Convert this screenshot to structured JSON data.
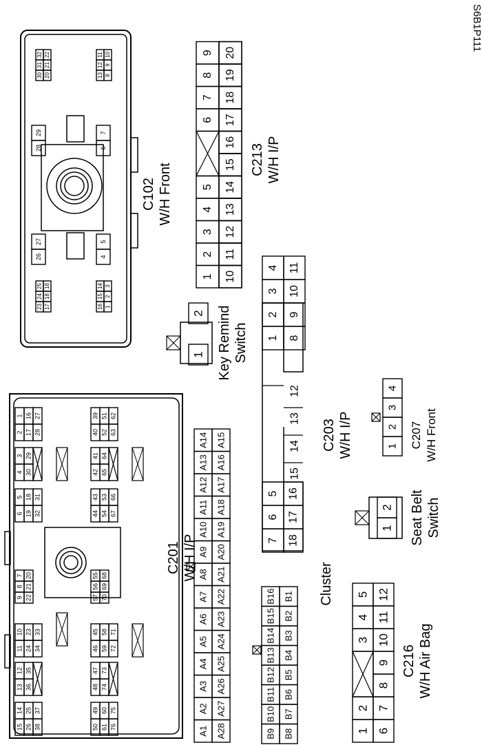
{
  "ref": "S6B1P111",
  "c201": {
    "title": "C201",
    "sub": "W/H I/P",
    "grid": [
      [
        [
          "15",
          "14"
        ],
        [
          "26",
          "25"
        ],
        [
          "38",
          "37"
        ]
      ],
      [
        [
          "13",
          "12"
        ],
        [
          "36",
          "35"
        ],
        [
          "X"
        ]
      ],
      [
        [
          "11",
          "10"
        ],
        [
          "24",
          "23"
        ],
        [
          "34",
          "33"
        ]
      ],
      [
        [
          "9",
          "8",
          "7"
        ],
        [
          "22",
          "21",
          "20"
        ],
        []
      ],
      [
        [
          "6",
          "5"
        ],
        [
          "19",
          "18"
        ],
        [
          "32",
          "31"
        ]
      ],
      [
        [
          "4",
          "3"
        ],
        [
          "30",
          "29"
        ],
        [
          "X"
        ]
      ],
      [
        [
          "2",
          "1"
        ],
        [
          "17",
          "16"
        ],
        [
          "28",
          "27"
        ]
      ]
    ],
    "bottom": [
      [
        [
          "50",
          "49"
        ],
        [
          "61",
          "60"
        ],
        [
          "76",
          "75"
        ]
      ],
      [
        [
          "48",
          "47"
        ],
        [
          "74",
          "73"
        ],
        [
          "X"
        ]
      ],
      [
        [
          "46",
          "45"
        ],
        [
          "59",
          "58"
        ],
        [
          "72",
          "71"
        ]
      ],
      [
        [
          "57",
          "56",
          "55"
        ],
        [
          "70",
          "69",
          "68"
        ],
        []
      ],
      [
        [
          "44",
          "43"
        ],
        [
          "54",
          "53"
        ],
        [
          "67",
          "66"
        ]
      ],
      [
        [
          "42",
          "41"
        ],
        [
          "65",
          "64"
        ],
        [
          "X"
        ]
      ],
      [
        [
          "40",
          "39"
        ],
        [
          "52",
          "51"
        ],
        [
          "63",
          "62"
        ]
      ]
    ]
  },
  "c102": {
    "title": "C102",
    "sub": "W/H Front",
    "left_top": [
      [
        "23",
        "24",
        "25"
      ],
      [
        "17",
        "18",
        "18"
      ]
    ],
    "left_bottom": [
      [
        "16",
        "15",
        "14"
      ],
      [
        "1",
        "2",
        "3"
      ]
    ],
    "mid_top": [
      "26",
      "27"
    ],
    "mid_bottom": [
      "4",
      "5"
    ],
    "mid2_top": [
      "28",
      "29"
    ],
    "mid2_bottom": [
      "6",
      "7"
    ],
    "right_top": [
      [
        "30",
        "31",
        "32"
      ],
      [
        "20",
        "21",
        "22"
      ]
    ],
    "right_bottom": [
      [
        "13",
        "12",
        "11"
      ],
      [
        "8",
        "9",
        "10"
      ]
    ]
  },
  "c213": {
    "title": "C213",
    "sub": "W/H I/P",
    "top": [
      "1",
      "2",
      "3",
      "4",
      "5",
      "X",
      "6",
      "7",
      "8",
      "9"
    ],
    "bottom": [
      "10",
      "11",
      "12",
      "13",
      "14",
      "15",
      "16",
      "17",
      "18",
      "19",
      "20"
    ]
  },
  "key_remind": {
    "title": "Key Remind",
    "sub": "Switch",
    "pins": [
      "1",
      "2"
    ]
  },
  "c203": {
    "title": "C203",
    "sub": "W/H I/P",
    "top": [
      "1",
      "2",
      "3",
      "4",
      "",
      "",
      "",
      "5",
      "6",
      "7"
    ],
    "mid": [
      "12",
      "13",
      "14",
      "15"
    ],
    "bottom": [
      "8",
      "9",
      "10",
      "11",
      "",
      "",
      "16",
      "17",
      "18"
    ]
  },
  "c207": {
    "title": "C207",
    "sub": "W/H Front",
    "pins": [
      "1",
      "2",
      "3",
      "4"
    ]
  },
  "seat_belt": {
    "title": "Seat Belt",
    "sub": "Switch",
    "pins": [
      "1",
      "2"
    ]
  },
  "cluster": {
    "title": "Cluster",
    "a_top": [
      "A1",
      "A2",
      "A3",
      "A4",
      "A5",
      "A6",
      "A7",
      "A8",
      "A9",
      "A10",
      "A11",
      "A12",
      "A13",
      "A14"
    ],
    "a_bottom": [
      "A28",
      "A27",
      "A26",
      "A25",
      "A24",
      "A23",
      "A22",
      "A21",
      "A20",
      "A19",
      "A18",
      "A17",
      "A16",
      "A15"
    ],
    "b_top": [
      "B9",
      "B10",
      "B11",
      "B12",
      "B13",
      "B14",
      "B15",
      "B16"
    ],
    "b_bottom": [
      "B8",
      "B7",
      "B6",
      "B5",
      "B4",
      "B3",
      "B2",
      "B1"
    ]
  },
  "c216": {
    "title": "C216",
    "sub": "W/H Air Bag",
    "top": [
      "1",
      "2",
      "X",
      "3",
      "4",
      "5"
    ],
    "bottom": [
      "6",
      "7",
      "8",
      "9",
      "10",
      "11",
      "12"
    ]
  }
}
